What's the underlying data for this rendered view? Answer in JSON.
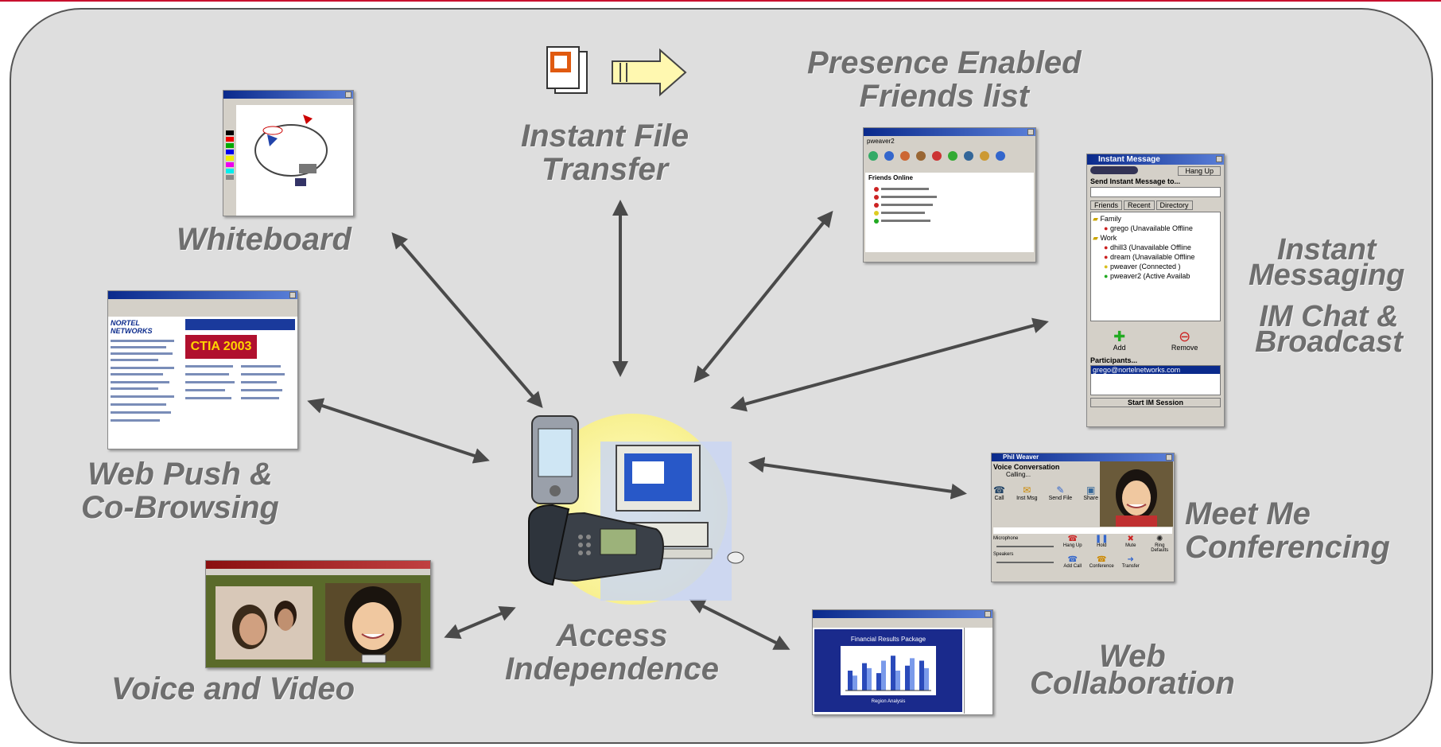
{
  "labels": {
    "file_transfer": [
      "Instant File",
      "Transfer"
    ],
    "presence": [
      "Presence Enabled",
      "Friends list"
    ],
    "whiteboard": "Whiteboard",
    "instant_messaging": [
      "Instant",
      "Messaging"
    ],
    "im_chat": [
      "IM Chat &",
      "Broadcast"
    ],
    "web_push": [
      "Web Push &",
      "Co-Browsing"
    ],
    "meet_me": [
      "Meet Me",
      "Conferencing"
    ],
    "access": [
      "Access",
      "Independence"
    ],
    "voice_video": "Voice and Video",
    "web_collab": [
      "Web",
      "Collaboration"
    ]
  },
  "im_window": {
    "title": "Instant Message",
    "hang_up": "Hang Up",
    "send_to": "Send Instant Message to...",
    "tabs": [
      "Friends",
      "Recent",
      "Directory"
    ],
    "groups": [
      {
        "name": "Family",
        "contacts": [
          {
            "name": "grego (Unavailable Offline",
            "status": "#cc2222"
          }
        ]
      },
      {
        "name": "Work",
        "contacts": [
          {
            "name": "dhill3 (Unavailable Offline",
            "status": "#cc2222"
          },
          {
            "name": "dream (Unavailable Offline",
            "status": "#cc2222"
          },
          {
            "name": "pweaver (Connected )",
            "status": "#d8c020"
          },
          {
            "name": "pweaver2 (Active Availab",
            "status": "#22aa22"
          }
        ]
      }
    ],
    "add": "Add",
    "remove": "Remove",
    "participants_label": "Participants...",
    "participant": "grego@nortelnetworks.com",
    "start_button": "Start IM Session"
  },
  "friends_window": {
    "user": "pweaver2",
    "friends_online": "Friends Online"
  },
  "voice_window": {
    "title": "Phil Weaver",
    "conversation": "Voice Conversation",
    "status": "Calling...",
    "toolbar": [
      "Call",
      "Inst Msg",
      "Send File",
      "Share"
    ],
    "controls": [
      "Hang Up",
      "Hold",
      "Mute",
      "Ring Defaults",
      "Add Call",
      "Conference",
      "Transfer"
    ],
    "microphone": "Microphone",
    "speakers": "Speakers"
  },
  "web_window": {
    "brand": "NORTEL NETWORKS",
    "banner": "CTIA 2003"
  },
  "collab_window": {
    "slide_title": "Financial Results Package",
    "slide_footer": "Region Analysis",
    "chart_data": {
      "type": "bar",
      "series": [
        {
          "values": [
            40,
            55,
            35,
            70,
            50,
            60
          ]
        },
        {
          "values": [
            30,
            45,
            60,
            40,
            65,
            45
          ]
        }
      ]
    }
  },
  "colors": {
    "panel": "#dedede",
    "label": "#6e6e6e",
    "arrow": "#4a4a4a",
    "accent_line": "#c8102e"
  }
}
